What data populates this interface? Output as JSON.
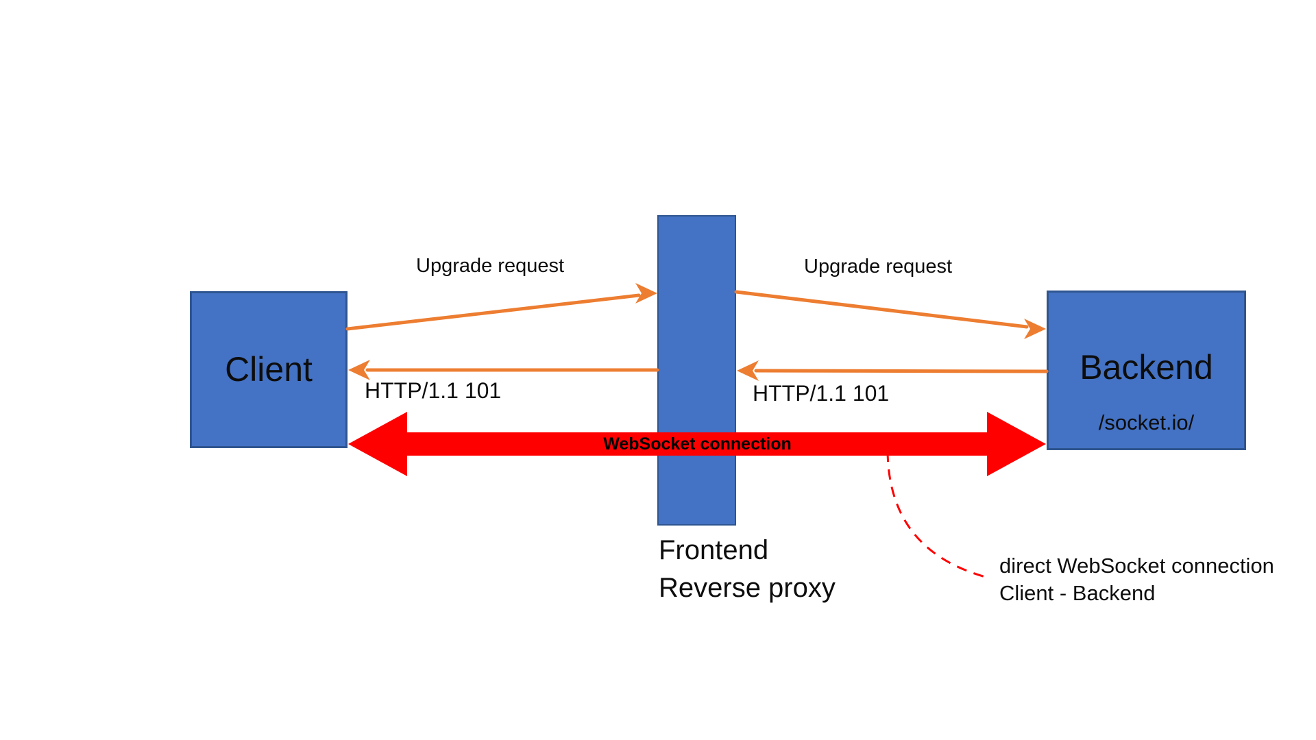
{
  "diagram": {
    "nodes": {
      "client": {
        "label": "Client"
      },
      "proxy": {
        "caption_line1": "Frontend",
        "caption_line2": "Reverse proxy"
      },
      "backend": {
        "label": "Backend",
        "sublabel": "/socket.io/"
      }
    },
    "edges": {
      "upgrade_request_left": "Upgrade request",
      "upgrade_request_right": "Upgrade request",
      "http_101_left": "HTTP/1.1 101",
      "http_101_right": "HTTP/1.1 101",
      "websocket_connection": "WebSocket connection"
    },
    "annotation": {
      "line1": "direct WebSocket connection",
      "line2": "Client - Backend"
    },
    "colors": {
      "node_fill": "#4472C4",
      "node_border": "#2F5590",
      "arrow_orange": "#ED7D31",
      "arrow_red": "#FF0000",
      "text": "#111111"
    }
  }
}
